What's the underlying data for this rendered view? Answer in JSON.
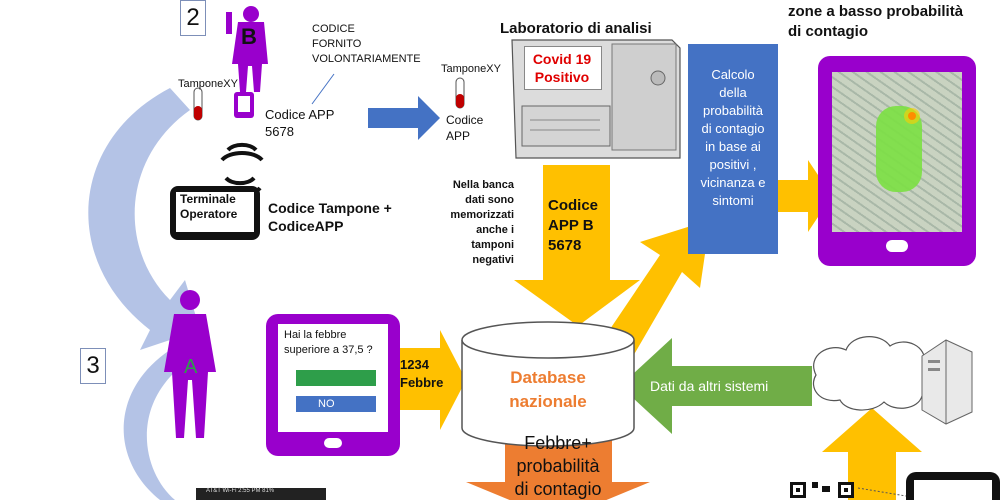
{
  "steps": {
    "two": "2",
    "three": "3"
  },
  "person_b_label": "B",
  "person_a_label": "A",
  "tampone_left": "TamponeXY",
  "codice_fornito": "CODICE\nFORNITO\nVOLONTARIAMENTE",
  "codice_app_left": "Codice APP\n5678",
  "terminale": "Terminale\nOperatore",
  "codice_tampone": "Codice Tampone +\nCodiceAPP",
  "tampone_mid": "TamponeXY",
  "codice_app_mid": "Codice\nAPP",
  "lab_title": "Laboratorio di analisi",
  "covid_label": "Covid 19\nPositivo",
  "banca_dati": "Nella banca\ndati sono\nmemorizzati\nanche i\ntamponi\nnegativi",
  "codice_app_b": "Codice\nAPP B\n5678",
  "calcolo": "Calcolo\ndella\nprobabilità\ndi contagio\nin base ai\npositivi ,\nvicinanza e\nsintomi",
  "zone_title": "zone a basso probabilità\ndi contagio",
  "question": "Hai la febbre\nsuperiore a 37,5 ?",
  "no_label": "NO",
  "febbre_code": "1234\nFebbre",
  "database": "Database\nnazionale",
  "dati_altri": "Dati da altri sistemi",
  "febbre_prob": "Febbre+\nprobabilità\ndi contagio",
  "phone_status": "AT&T Wi-Fi   2:55 PM   81%",
  "colors": {
    "purple": "#9900cc",
    "blue": "#4472c4",
    "orange": "#ed7d31",
    "yellow": "#ffc000",
    "green": "#70ad47",
    "arc": "#b4c3e6"
  }
}
